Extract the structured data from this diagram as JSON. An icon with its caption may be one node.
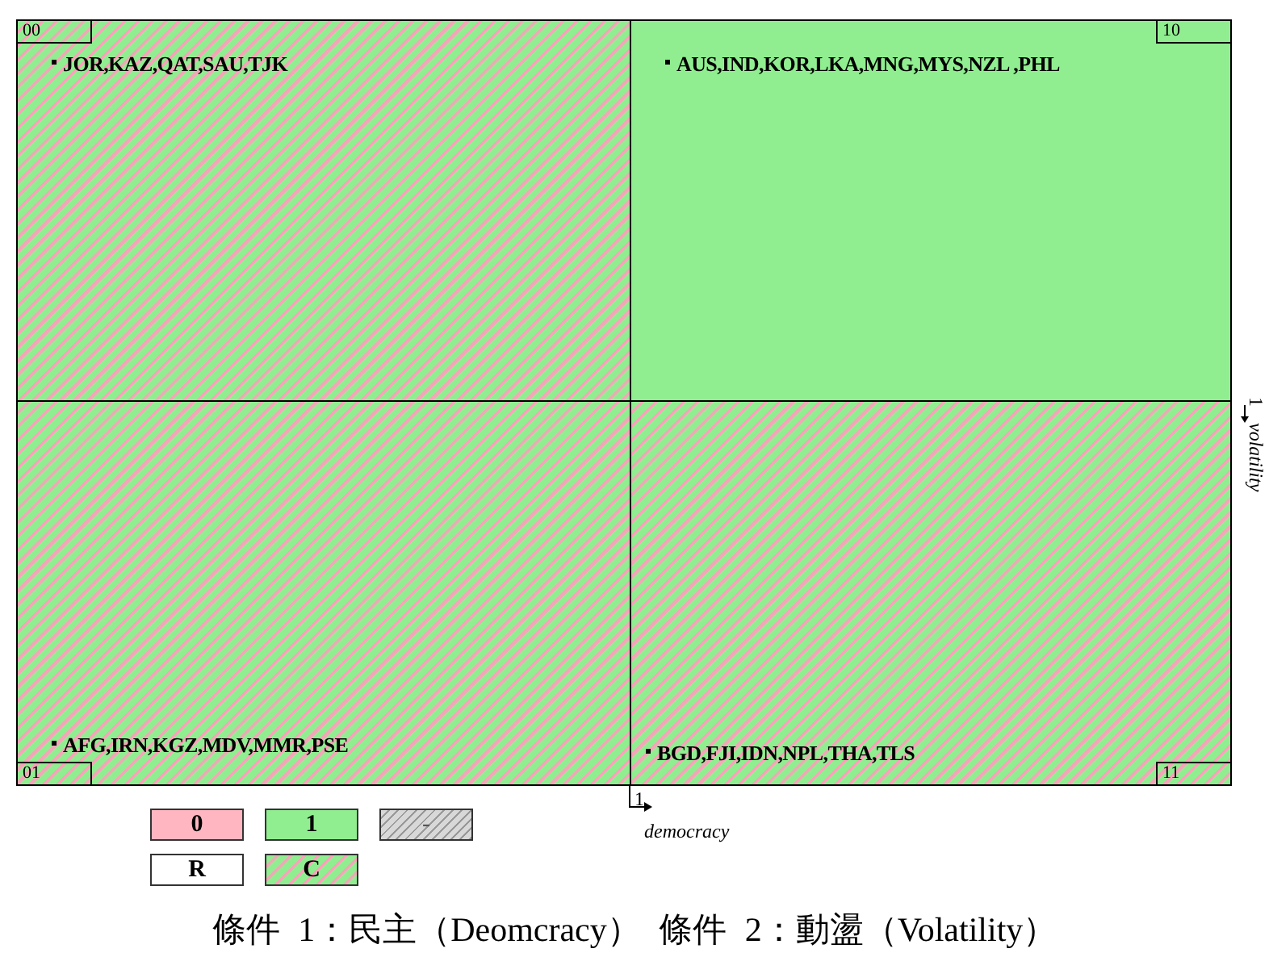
{
  "diagram": {
    "caption": "條件 1：民主（Deomcracy） 條件 2：動盪（Volatility）",
    "nodes": [
      {
        "text": [
          "00",
          "JOR,KAZ,QAT,SAU,TJK"
        ]
      },
      {
        "text": [
          "10",
          "AUS,IND,KOR,LKA,MNG,MYS,NZL ,PHL"
        ]
      },
      {
        "text": [
          "01",
          "AFG,IRN,KGZ,MDV,MMR,PSE"
        ]
      },
      {
        "text": [
          "11",
          "BGD,FJI,IDN,NPL,THA,TLS"
        ]
      }
    ],
    "edges": [],
    "labels": [
      "1",
      "volatility",
      "1",
      "democracy"
    ],
    "legend": [
      {
        "text": "0",
        "color": "#ffb6c1"
      },
      {
        "text": "1",
        "color": "#90ee90"
      },
      {
        "text": "-"
      },
      {
        "text": "R",
        "color": "#ffffff"
      },
      {
        "text": "C"
      }
    ]
  }
}
